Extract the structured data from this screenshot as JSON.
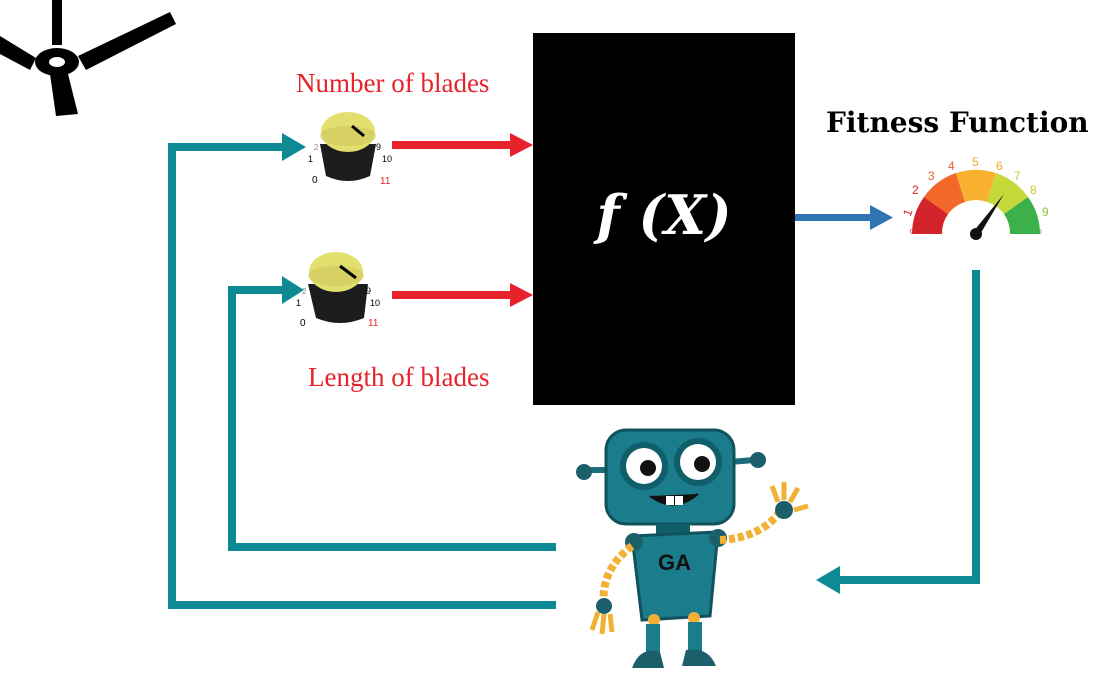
{
  "labels": {
    "number_of_blades": "Number of blades",
    "length_of_blades": "Length of blades",
    "fitness_function": "Fitness Function",
    "function": "f (X)",
    "robot_badge": "GA"
  },
  "knobs": [
    {
      "scale_min": "0",
      "scale_low": "1",
      "scale_low2": "2",
      "scale_high": "9",
      "scale_high2": "10",
      "scale_max": "11"
    },
    {
      "scale_min": "0",
      "scale_low": "1",
      "scale_low2": "2",
      "scale_high": "9",
      "scale_high2": "10",
      "scale_max": "11"
    }
  ],
  "gauge": {
    "ticks": [
      "0",
      "1",
      "2",
      "3",
      "4",
      "5",
      "6",
      "7",
      "8",
      "9",
      "10"
    ]
  },
  "colors": {
    "red_arrow": "#e8222a",
    "blue_arrow": "#2f74b5",
    "teal_loop": "#0e8a94",
    "robot_body": "#1b7c8c",
    "robot_limbs": "#f2b134"
  }
}
